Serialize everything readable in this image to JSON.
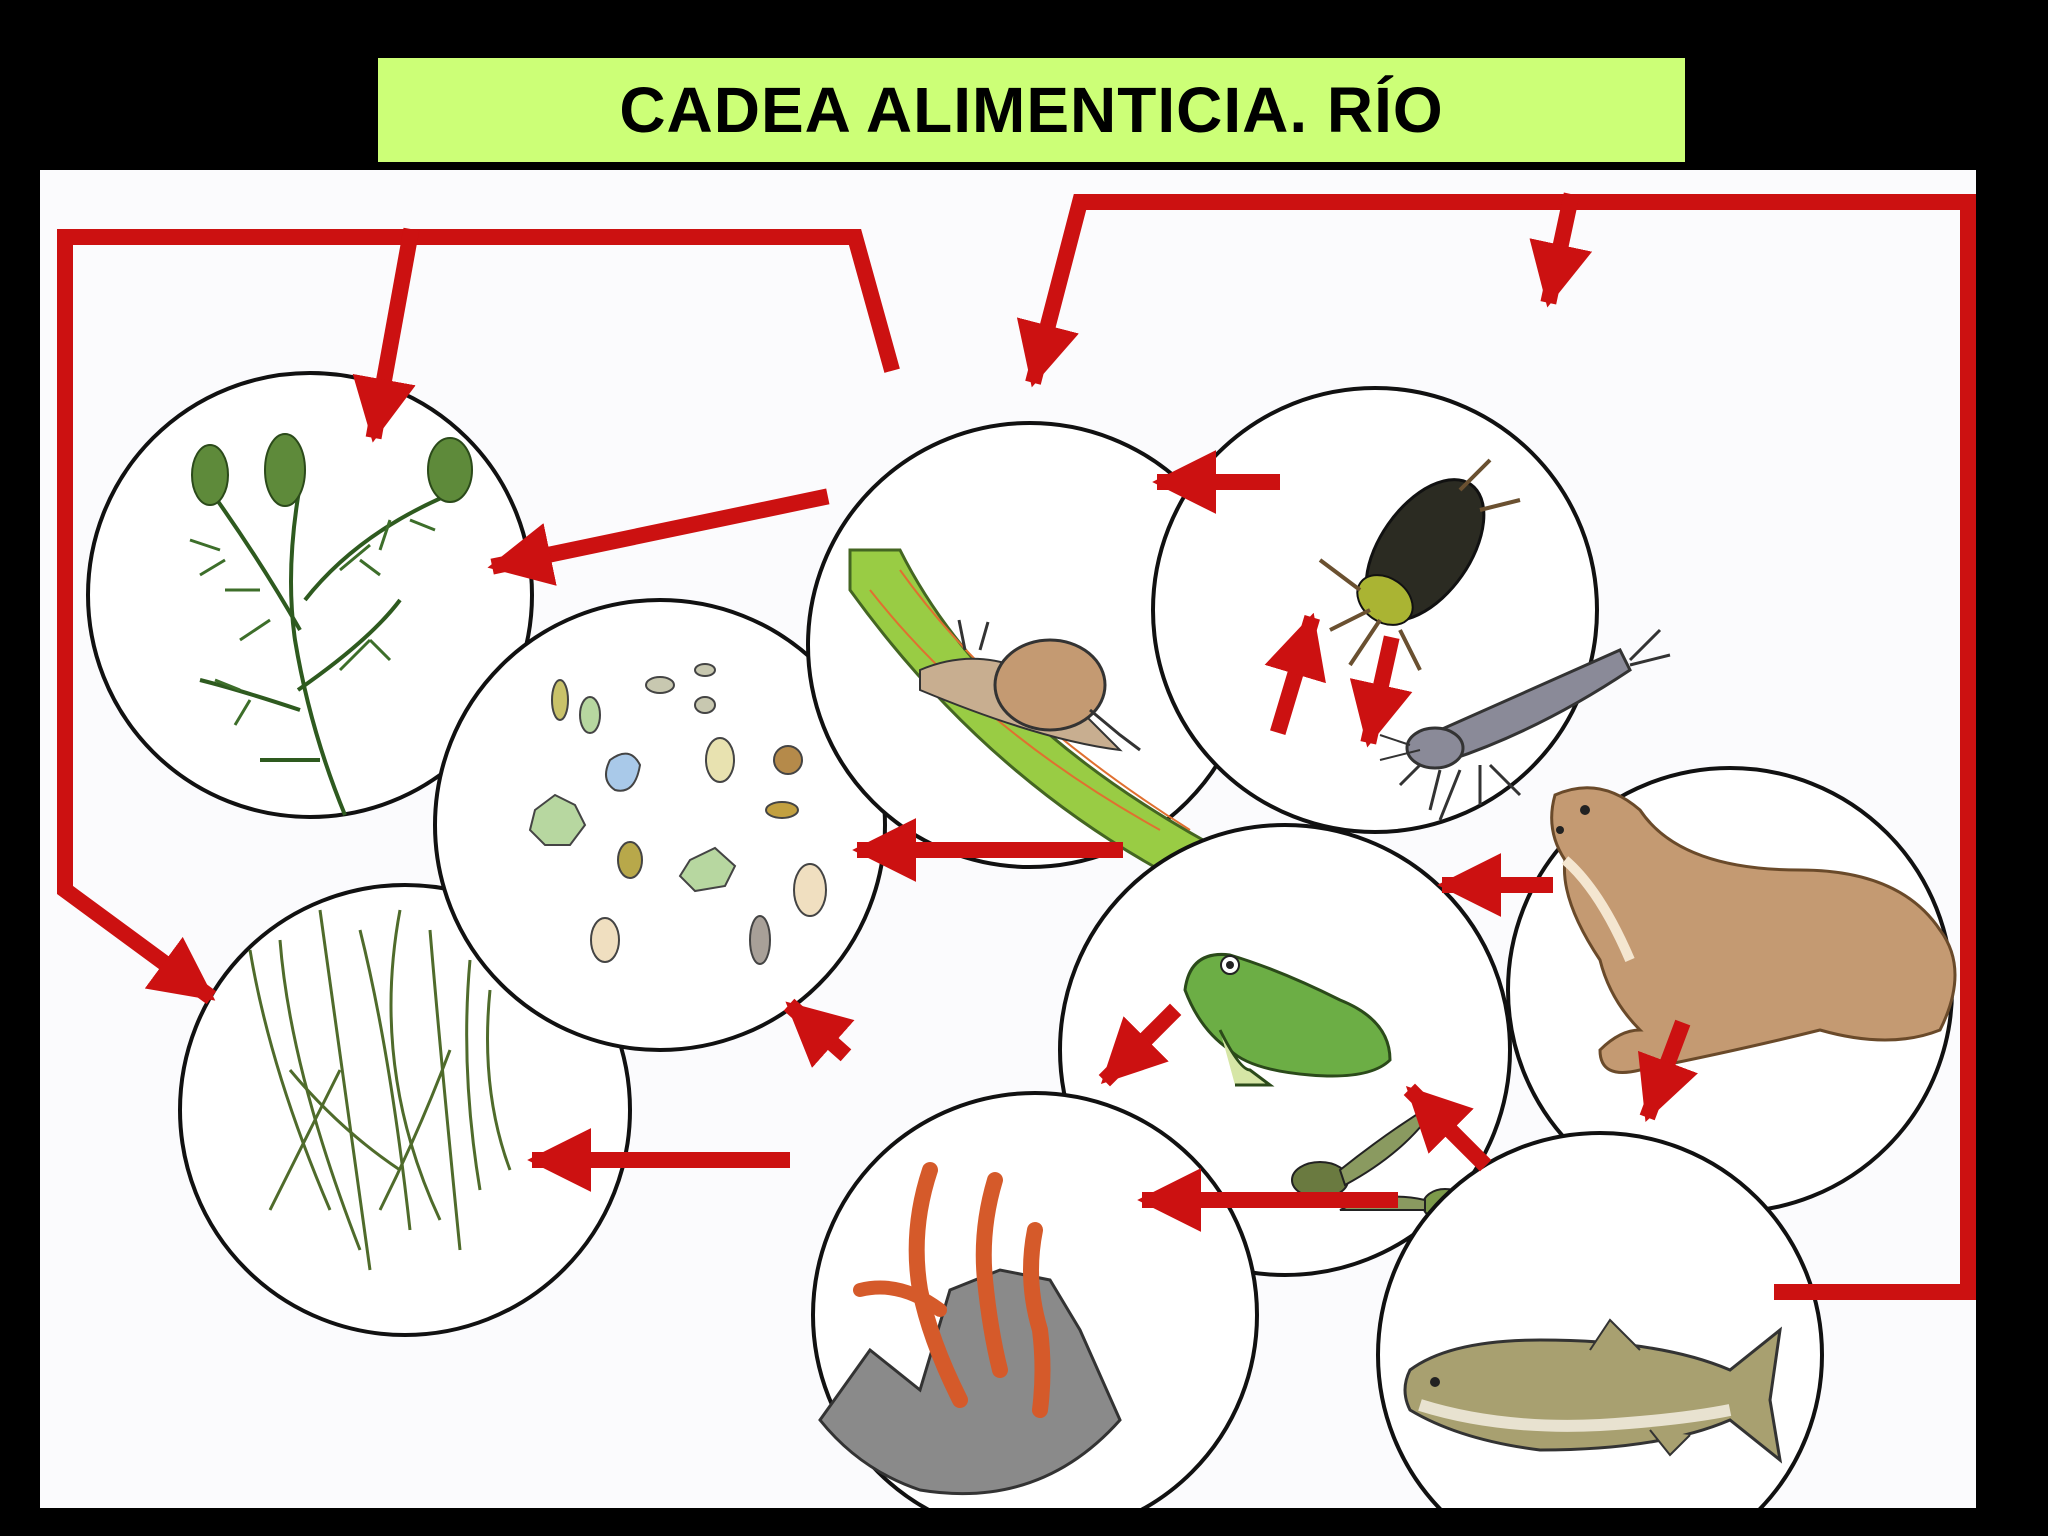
{
  "title": "CADEA ALIMENTICIA. RÍO",
  "colors": {
    "background": "#000000",
    "title_bar": "#ccff77",
    "panel": "#fbfbfd",
    "arrow": "#cc1111",
    "circle_stroke": "#111111"
  },
  "organisms": [
    {
      "id": "aquatic-plant",
      "icon": "branched-aquatic-plant"
    },
    {
      "id": "algae-grass",
      "icon": "thin-aquatic-grass"
    },
    {
      "id": "microorganisms",
      "icon": "plankton-protozoa"
    },
    {
      "id": "snail",
      "icon": "water-snail-on-leaf"
    },
    {
      "id": "insects",
      "icon": "water-beetle-and-larva"
    },
    {
      "id": "frog",
      "icon": "frog-and-tadpoles"
    },
    {
      "id": "worms",
      "icon": "tubifex-worms-on-rock"
    },
    {
      "id": "otter",
      "icon": "otter"
    },
    {
      "id": "trout",
      "icon": "trout-fish"
    }
  ]
}
